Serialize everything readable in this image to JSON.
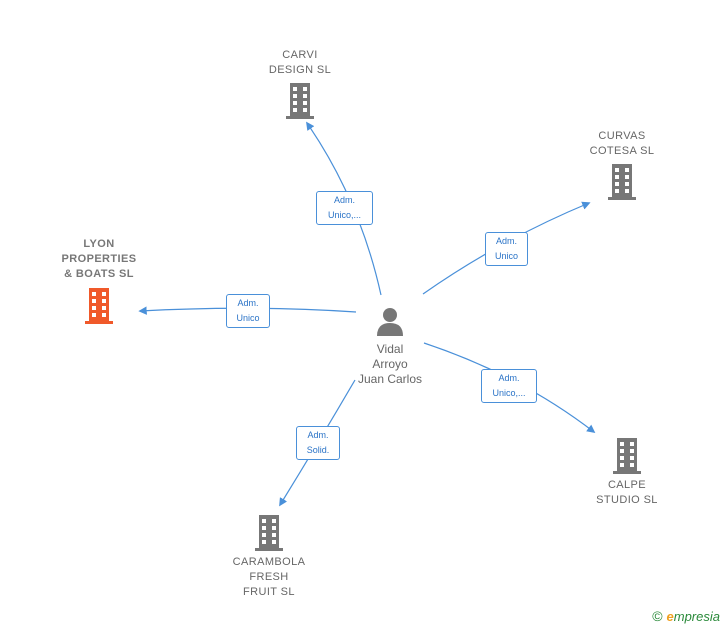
{
  "center": {
    "name": "Vidal\nArroyo\nJuan Carlos",
    "icon": "person-icon"
  },
  "companies": [
    {
      "key": "carvi",
      "name": "CARVI\nDESIGN  SL",
      "icon": "building-icon",
      "color": "#777777"
    },
    {
      "key": "curvas",
      "name": "CURVAS\nCOTESA  SL",
      "icon": "building-icon",
      "color": "#777777"
    },
    {
      "key": "lyon",
      "name": "LYON\nPROPERTIES\n& BOATS  SL",
      "icon": "building-icon",
      "color": "#f0592a"
    },
    {
      "key": "calpe",
      "name": "CALPE\nSTUDIO  SL",
      "icon": "building-icon",
      "color": "#777777"
    },
    {
      "key": "carambola",
      "name": "CARAMBOLA\nFRESH\nFRUIT  SL",
      "icon": "building-icon",
      "color": "#777777"
    }
  ],
  "relations": [
    {
      "to": "carvi",
      "label": "Adm.\nUnico,..."
    },
    {
      "to": "curvas",
      "label": "Adm.\nUnico"
    },
    {
      "to": "lyon",
      "label": "Adm.\nUnico"
    },
    {
      "to": "calpe",
      "label": "Adm.\nUnico,..."
    },
    {
      "to": "carambola",
      "label": "Adm.\nSolid."
    }
  ],
  "colors": {
    "edge": "#4a90d9",
    "icon": "#777777",
    "highlight": "#f0592a"
  },
  "brand": {
    "symbol": "©",
    "initial": "e",
    "rest": "mpresia"
  }
}
